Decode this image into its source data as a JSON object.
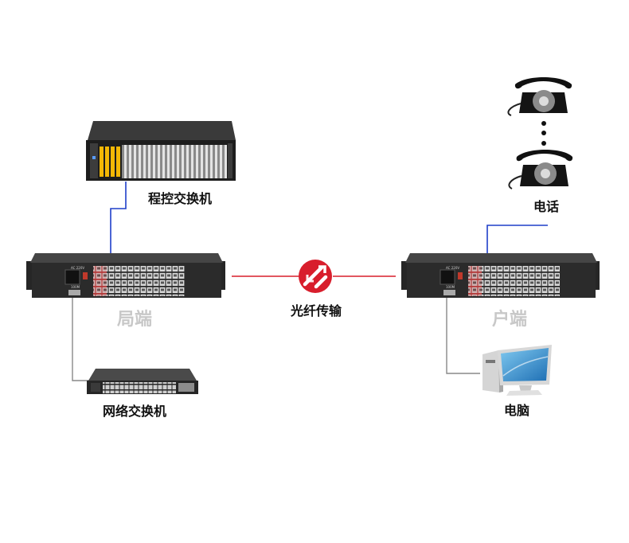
{
  "labels": {
    "pbx": "程控交换机",
    "phone": "电话",
    "central": "局端",
    "fiber": "光纤传输",
    "remote": "户端",
    "switch": "网络交换机",
    "pc": "电脑"
  },
  "equipment_text": {
    "ac": "AC 220V",
    "net": "100M"
  },
  "colors": {
    "phone_line": "#1f3fc9",
    "fiber_line": "#d81e2c",
    "lan_line": "#888888",
    "chassis": "#2b2b2b",
    "rj_port": "#d7d7d7",
    "pbx_module": "#f2b705"
  },
  "icons": [
    "fiber-icon",
    "rotary-phone-icon",
    "monitor-icon"
  ]
}
